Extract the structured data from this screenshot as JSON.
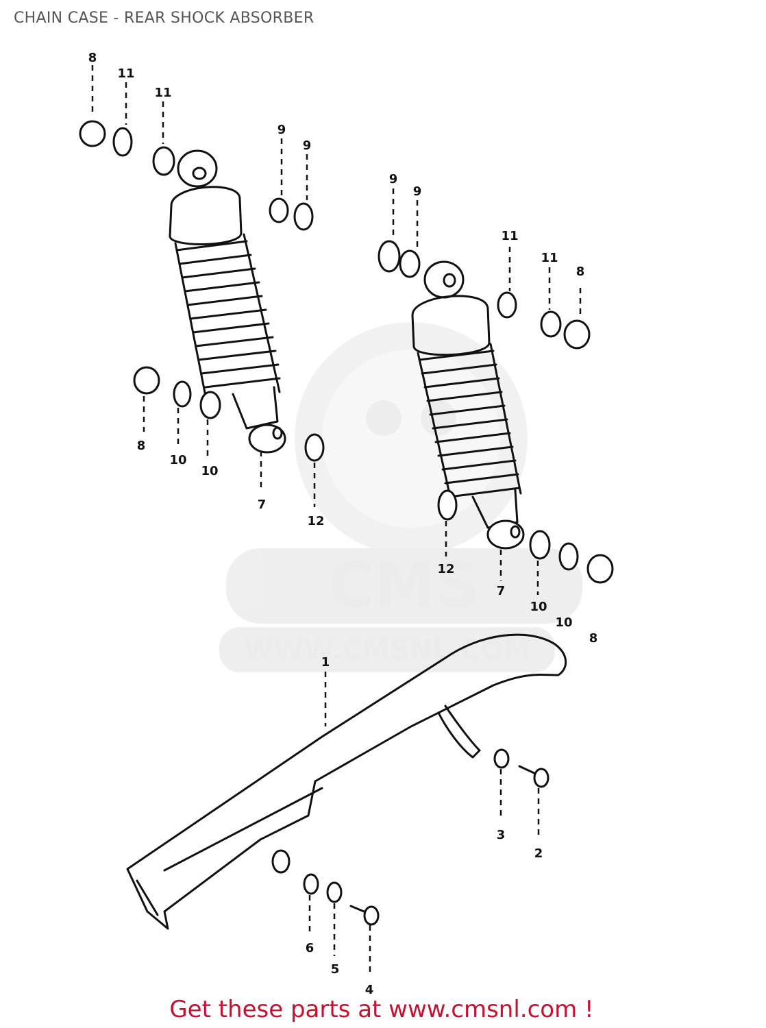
{
  "header": {
    "title": "CHAIN CASE - REAR SHOCK ABSORBER"
  },
  "watermark": {
    "logo": "CMS",
    "url": "WWW.CMSNL.COM"
  },
  "callouts": {
    "c_8a": "8",
    "c_11a": "11",
    "c_11b": "11",
    "c_9a": "9",
    "c_9b": "9",
    "c_9c": "9",
    "c_9d": "9",
    "c_11c": "11",
    "c_11d": "11",
    "c_8b": "8",
    "c_8c": "8",
    "c_10a": "10",
    "c_10b": "10",
    "c_7a": "7",
    "c_12a": "12",
    "c_12b": "12",
    "c_7b": "7",
    "c_10c": "10",
    "c_10d": "10",
    "c_8d": "8",
    "c_1": "1",
    "c_3": "3",
    "c_2": "2",
    "c_6": "6",
    "c_5": "5",
    "c_4": "4"
  },
  "footer": {
    "cta": "Get these parts at www.cmsnl.com !"
  }
}
